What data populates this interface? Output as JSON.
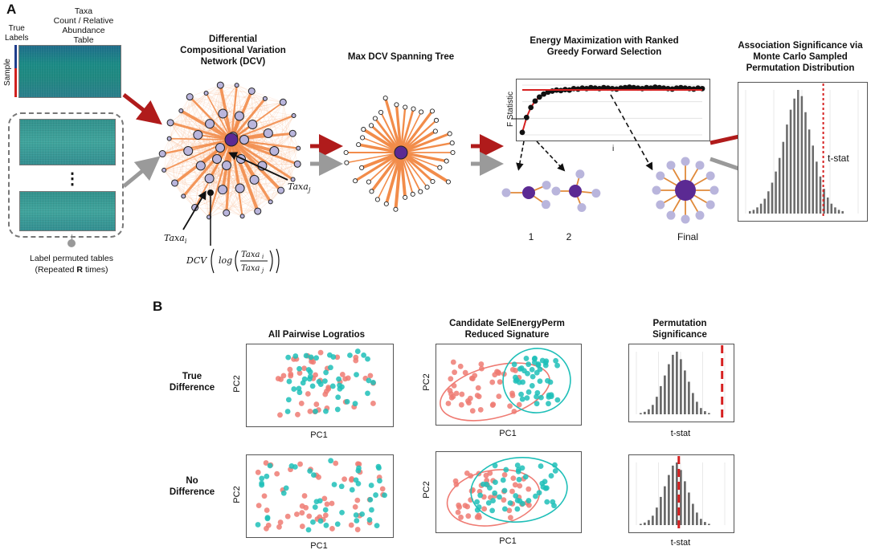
{
  "panel_labels": {
    "a": "A",
    "b": "B"
  },
  "panel_a": {
    "taxa_table_title": "Taxa\nCount / Relative\nAbundance\nTable",
    "true_labels": "True\nLabels",
    "sample_label": "Sample",
    "ellipsis": "⋮",
    "permuted_caption_line1": "Label permuted tables",
    "permuted_caption_line2_pre": "(Repeated ",
    "permuted_caption_r": "R",
    "permuted_caption_line2_post": " times)",
    "dcv_title": "Differential\nCompositional Variation\nNetwork (DCV)",
    "taxa_i": "Taxa",
    "taxa_sub_i": "i",
    "taxa_j": "Taxa",
    "taxa_sub_j": "j",
    "dcv_formula": "DCV ( log ( Taxa_i / Taxa_j ) )",
    "spanning_tree_title": "Max DCV Spanning Tree",
    "energy_title": "Energy Maximization with Ranked\nGreedy Forward Selection",
    "f_statistic": "F Statistic",
    "i_axis": "i",
    "step_1": "1",
    "step_2": "2",
    "step_final": "Final",
    "significance_title": "Association Significance via\nMonte Carlo Sampled\nPermutation Distribution",
    "t_stat": "t-stat"
  },
  "panel_b": {
    "col_titles": [
      "All Pairwise Logratios",
      "Candidate SelEnergyPerm\nReduced Signature",
      "Permutation\nSignificance"
    ],
    "row_titles": [
      "True\nDifference",
      "No\nDifference"
    ],
    "pc1": "PC1",
    "pc2": "PC2",
    "t_stat": "t-stat"
  },
  "colors": {
    "arrow_red": "#b01b1b",
    "arrow_gray": "#9a9a9a",
    "network_orange": "#f28c4a",
    "node_lavender": "#b9b5dc",
    "hub_purple": "#5b2a93",
    "teal": "#1fbfb8",
    "salmon": "#ef7b73",
    "red_line": "#d62020"
  },
  "chart_data": [
    {
      "type": "line",
      "ylabel": "F Statistic",
      "xlabel": "i",
      "series": [
        {
          "values": [
            0.05,
            0.35,
            0.55,
            0.68,
            0.76,
            0.82,
            0.86,
            0.88,
            0.9,
            0.89,
            0.91,
            0.9,
            0.93,
            0.92,
            0.94,
            0.93,
            0.95,
            0.94,
            0.93,
            0.95,
            0.94,
            0.93,
            0.92,
            0.94,
            0.95,
            0.96,
            0.95,
            0.94,
            0.93,
            0.95,
            0.94,
            0.96,
            0.95,
            0.94,
            0.93,
            0.92,
            0.94,
            0.95,
            0.94,
            0.93,
            0.92,
            0.94,
            0.93
          ]
        }
      ]
    },
    {
      "type": "bar",
      "xlabel": "t-stat",
      "values": [
        0.02,
        0.03,
        0.05,
        0.08,
        0.12,
        0.18,
        0.25,
        0.34,
        0.45,
        0.58,
        0.72,
        0.84,
        0.93,
        1.0,
        0.95,
        0.82,
        0.68,
        0.55,
        0.42,
        0.3,
        0.2,
        0.13,
        0.08,
        0.05,
        0.03,
        0.02
      ]
    },
    {
      "type": "bar",
      "xlabel": "t-stat",
      "values": [
        0.02,
        0.04,
        0.08,
        0.15,
        0.28,
        0.45,
        0.62,
        0.8,
        0.95,
        1.0,
        0.88,
        0.7,
        0.52,
        0.34,
        0.2,
        0.1,
        0.05,
        0.02
      ]
    },
    {
      "type": "bar",
      "xlabel": "t-stat",
      "values": [
        0.02,
        0.04,
        0.08,
        0.15,
        0.28,
        0.45,
        0.62,
        0.8,
        0.95,
        1.0,
        0.88,
        0.7,
        0.52,
        0.34,
        0.2,
        0.1,
        0.05,
        0.02
      ]
    }
  ]
}
